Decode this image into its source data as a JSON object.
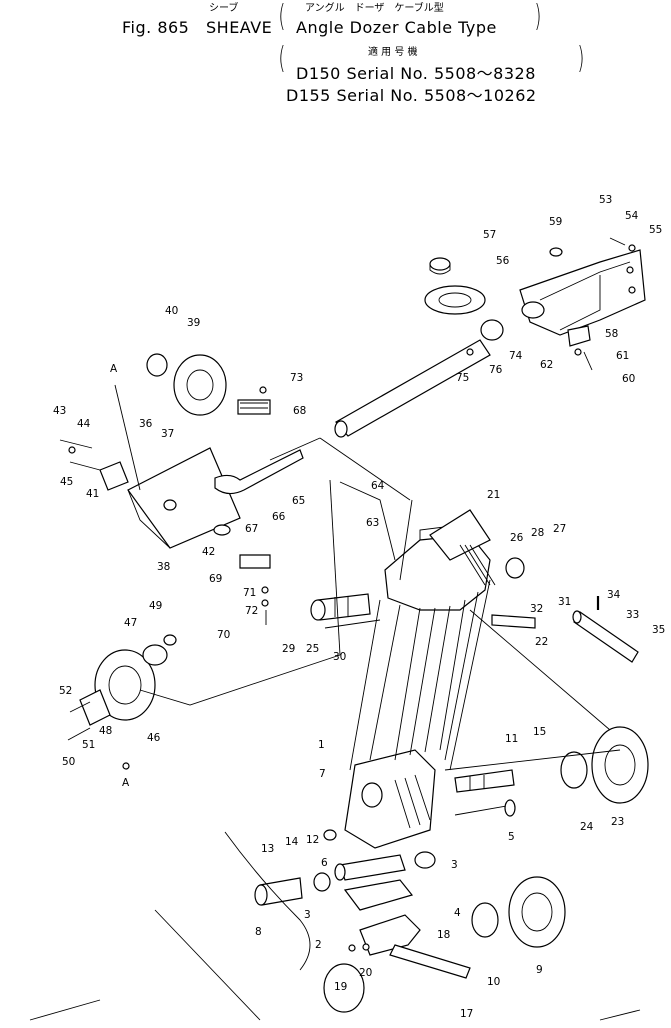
{
  "header": {
    "jp_sheave": "シーブ",
    "fig": "Fig. 865",
    "sheave": "SHEAVE",
    "jp_type": "アングル　ドーザ　ケーブル型",
    "type_en": "Angle Dozer Cable Type",
    "jp_applicable": "適 用 号 機",
    "serial_1": "D150 Serial No. 5508～8328",
    "serial_2": "D155 Serial No. 5508～10262"
  },
  "part_labels": [
    "1",
    "2",
    "3",
    "3",
    "4",
    "5",
    "6",
    "7",
    "8",
    "9",
    "10",
    "11",
    "12",
    "13",
    "14",
    "15",
    "17",
    "18",
    "19",
    "20",
    "21",
    "22",
    "23",
    "24",
    "25",
    "26",
    "27",
    "28",
    "29",
    "30",
    "31",
    "32",
    "33",
    "34",
    "35",
    "36",
    "37",
    "38",
    "39",
    "40",
    "41",
    "42",
    "43",
    "44",
    "45",
    "46",
    "47",
    "48",
    "49",
    "50",
    "51",
    "52",
    "53",
    "54",
    "55",
    "56",
    "57",
    "58",
    "59",
    "60",
    "61",
    "62",
    "63",
    "64",
    "65",
    "66",
    "67",
    "68",
    "69",
    "70",
    "71",
    "72",
    "73",
    "74",
    "75",
    "76",
    "A",
    "A"
  ]
}
